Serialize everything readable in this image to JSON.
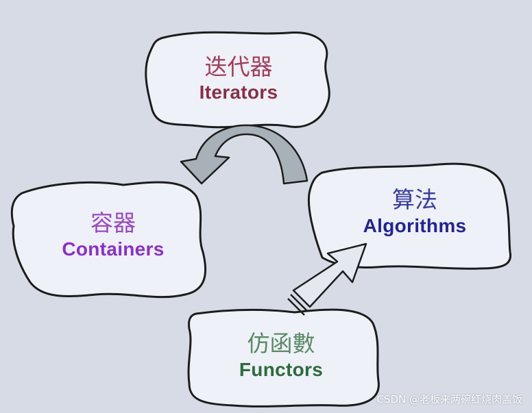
{
  "nodes": {
    "iterators": {
      "cn": "迭代器",
      "en": "Iterators"
    },
    "containers": {
      "cn": "容器",
      "en": "Containers"
    },
    "algorithms": {
      "cn": "算法",
      "en": "Algorithms"
    },
    "functors": {
      "cn": "仿函數",
      "en": "Functors"
    }
  },
  "watermark": "CSDN @老板来两碗红烧肉盖饭",
  "colors": {
    "background": "#d6dbe6",
    "cloud_fill": "#eef1f7",
    "cloud_stroke": "#1c1c1c",
    "iterators": "#8a2f45",
    "containers": "#8a2fcf",
    "algorithms": "#22229a",
    "functors": "#2e6b3c",
    "arrow_fill": "#a8b0b8"
  }
}
